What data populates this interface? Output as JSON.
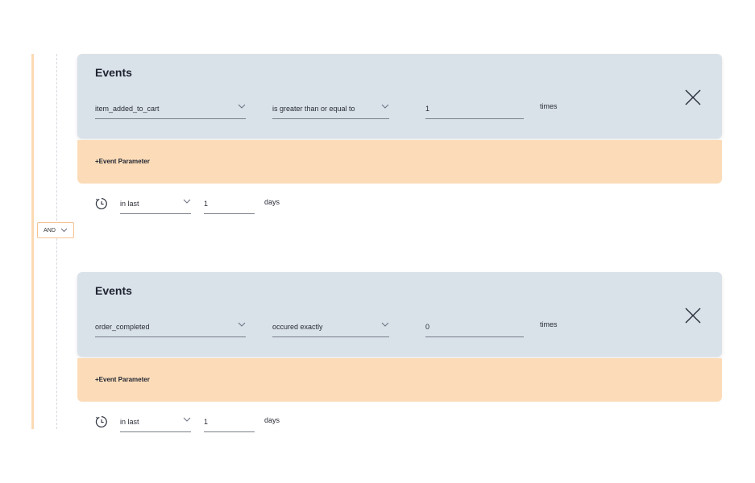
{
  "condition_join": {
    "label": "AND"
  },
  "blocks": [
    {
      "title": "Events",
      "event": "item_added_to_cart",
      "operator": "is greater than or equal to",
      "count": "1",
      "count_unit": "times",
      "add_param_label": "+Event Parameter",
      "time_operator": "in last",
      "time_value": "1",
      "time_unit": "days"
    },
    {
      "title": "Events",
      "event": "order_completed",
      "operator": "occured exactly",
      "count": "0",
      "count_unit": "times",
      "add_param_label": "+Event Parameter",
      "time_operator": "in last",
      "time_value": "1",
      "time_unit": "days"
    }
  ],
  "colors": {
    "event_panel": "#d9e1e9",
    "param_panel": "#fcdcb8",
    "rail": "#fbd9b4",
    "and_border": "#f6c391"
  },
  "icons": {
    "close": "close-icon",
    "dropdown": "chevron-down-icon",
    "timeframe": "history-clock-icon"
  }
}
